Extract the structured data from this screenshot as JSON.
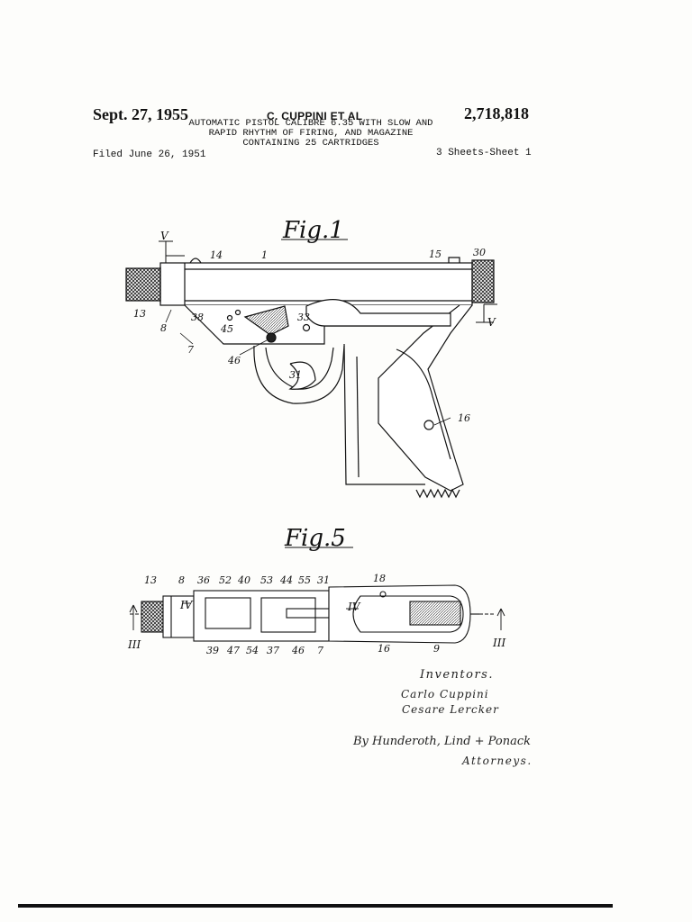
{
  "header": {
    "date": "Sept. 27, 1955",
    "inventor": "C. CUPPINI ET AL",
    "patent_number": "2,718,818",
    "title_lines": [
      "AUTOMATIC PISTOL CALIBRE 6.35 WITH SLOW AND",
      "RAPID RHYTHM OF FIRING, AND MAGAZINE",
      "CONTAINING 25 CARTRIDGES"
    ],
    "filed": "Filed June 26, 1951",
    "sheets": "3 Sheets-Sheet 1"
  },
  "figure1": {
    "label": "Fig.1",
    "section_marks": [
      "V",
      "V"
    ],
    "refs": [
      "14",
      "1",
      "15",
      "30",
      "13",
      "8",
      "38",
      "45",
      "33",
      "7",
      "46",
      "31",
      "16"
    ]
  },
  "figure5": {
    "label": "Fig.5",
    "section_marks": [
      "IV",
      "IV",
      "III",
      "III"
    ],
    "refs_top": [
      "13",
      "8",
      "36",
      "52",
      "40",
      "53",
      "44",
      "55",
      "31",
      "18"
    ],
    "refs_bottom": [
      "39",
      "47",
      "54",
      "37",
      "46",
      "7",
      "16",
      "9"
    ]
  },
  "signature": {
    "inventors_label": "Inventors.",
    "inventor_1": "Carlo Cuppini",
    "inventor_2": "Cesare Lercker",
    "attorneys_line": "By Hunderoth, Lind + Ponack",
    "attorneys_label": "Attorneys."
  }
}
